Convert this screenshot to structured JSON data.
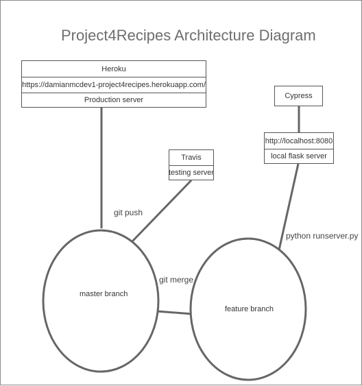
{
  "title": "Project4Recipes Architecture Diagram",
  "heroku": {
    "name": "Heroku",
    "url": "https://damianmcdev1-project4recipes.herokuapp.com/",
    "role": "Production server"
  },
  "travis": {
    "name": "Travis",
    "role": "testing server"
  },
  "cypress": {
    "name": "Cypress"
  },
  "local": {
    "url": "http://localhost:8080",
    "role": "local flask server"
  },
  "nodes": {
    "master": "master branch",
    "feature": "feature branch"
  },
  "edges": {
    "git_push": "git push",
    "git_merge": "git merge",
    "python_runserver": "python runserver.py"
  },
  "colors": {
    "line": "#666666",
    "title": "#6e6e6e"
  }
}
